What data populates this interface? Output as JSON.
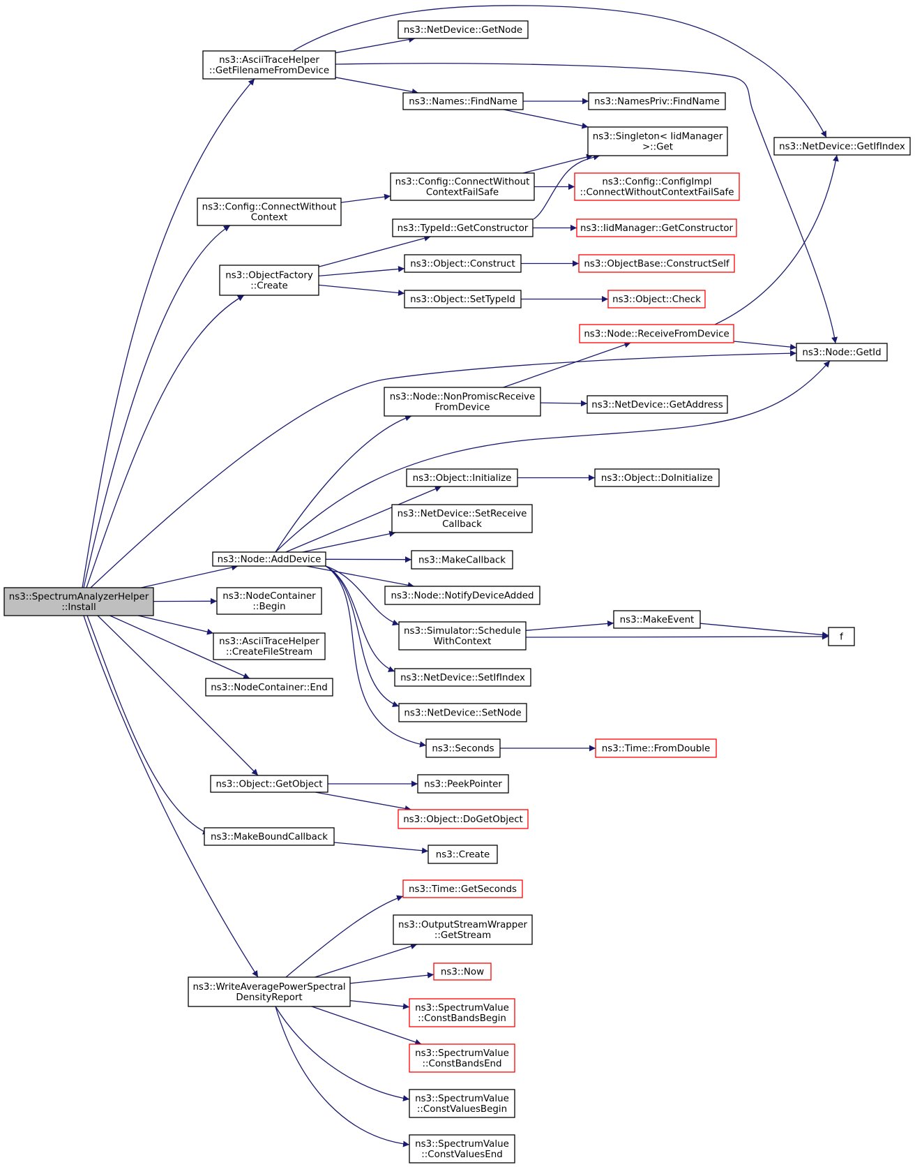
{
  "colors": {
    "edge": "#191970",
    "border_normal": "#000000",
    "border_undocumented": "#ff0000",
    "fill_root": "#bfbfbf",
    "fill_normal": "#ffffff"
  },
  "nodes": [
    {
      "id": "root",
      "lines": [
        "ns3::SpectrumAnalyzerHelper",
        "::Install"
      ],
      "style": "root"
    },
    {
      "id": "ascii_getfilename",
      "lines": [
        "ns3::AsciiTraceHelper",
        "::GetFilenameFromDevice"
      ],
      "style": "normal"
    },
    {
      "id": "config_connectwithout",
      "lines": [
        "ns3::Config::ConnectWithout",
        "Context"
      ],
      "style": "normal"
    },
    {
      "id": "objectfactory_create",
      "lines": [
        "ns3::ObjectFactory",
        "::Create"
      ],
      "style": "normal"
    },
    {
      "id": "node_adddevice",
      "lines": [
        "ns3::Node::AddDevice"
      ],
      "style": "normal"
    },
    {
      "id": "nodecontainer_begin",
      "lines": [
        "ns3::NodeContainer",
        "::Begin"
      ],
      "style": "normal"
    },
    {
      "id": "ascii_createfilestream",
      "lines": [
        "ns3::AsciiTraceHelper",
        "::CreateFileStream"
      ],
      "style": "normal"
    },
    {
      "id": "nodecontainer_end",
      "lines": [
        "ns3::NodeContainer::End"
      ],
      "style": "normal"
    },
    {
      "id": "object_getobject",
      "lines": [
        "ns3::Object::GetObject"
      ],
      "style": "normal"
    },
    {
      "id": "makeboundcallback",
      "lines": [
        "ns3::MakeBoundCallback"
      ],
      "style": "normal"
    },
    {
      "id": "writeavgpsd",
      "lines": [
        "ns3::WriteAveragePowerSpectral",
        "DensityReport"
      ],
      "style": "normal"
    },
    {
      "id": "netdevice_getnode",
      "lines": [
        "ns3::NetDevice::GetNode"
      ],
      "style": "normal"
    },
    {
      "id": "names_findname",
      "lines": [
        "ns3::Names::FindName"
      ],
      "style": "normal"
    },
    {
      "id": "namespriv_findname",
      "lines": [
        "ns3::NamesPriv::FindName"
      ],
      "style": "normal"
    },
    {
      "id": "singleton_get",
      "lines": [
        "ns3::Singleton< IidManager",
        ">::Get"
      ],
      "style": "normal"
    },
    {
      "id": "netdevice_getifindex",
      "lines": [
        "ns3::NetDevice::GetIfIndex"
      ],
      "style": "normal"
    },
    {
      "id": "config_connectwithoutfailsafe",
      "lines": [
        "ns3::Config::ConnectWithout",
        "ContextFailSafe"
      ],
      "style": "normal"
    },
    {
      "id": "configimpl_connect",
      "lines": [
        "ns3::Config::ConfigImpl",
        "::ConnectWithoutContextFailSafe"
      ],
      "style": "red"
    },
    {
      "id": "typeid_getconstructor",
      "lines": [
        "ns3::TypeId::GetConstructor"
      ],
      "style": "normal"
    },
    {
      "id": "iidmanager_getconstructor",
      "lines": [
        "ns3::IidManager::GetConstructor"
      ],
      "style": "red"
    },
    {
      "id": "object_construct",
      "lines": [
        "ns3::Object::Construct"
      ],
      "style": "normal"
    },
    {
      "id": "objectbase_constructself",
      "lines": [
        "ns3::ObjectBase::ConstructSelf"
      ],
      "style": "red"
    },
    {
      "id": "object_settypeid",
      "lines": [
        "ns3::Object::SetTypeId"
      ],
      "style": "normal"
    },
    {
      "id": "object_check",
      "lines": [
        "ns3::Object::Check"
      ],
      "style": "red"
    },
    {
      "id": "node_receivefromdevice",
      "lines": [
        "ns3::Node::ReceiveFromDevice"
      ],
      "style": "red"
    },
    {
      "id": "node_getid",
      "lines": [
        "ns3::Node::GetId"
      ],
      "style": "normal"
    },
    {
      "id": "node_nonpromisc",
      "lines": [
        "ns3::Node::NonPromiscReceive",
        "FromDevice"
      ],
      "style": "normal"
    },
    {
      "id": "netdevice_getaddress",
      "lines": [
        "ns3::NetDevice::GetAddress"
      ],
      "style": "normal"
    },
    {
      "id": "object_initialize",
      "lines": [
        "ns3::Object::Initialize"
      ],
      "style": "normal"
    },
    {
      "id": "object_doinitialize",
      "lines": [
        "ns3::Object::DoInitialize"
      ],
      "style": "normal"
    },
    {
      "id": "netdevice_setreceivecallback",
      "lines": [
        "ns3::NetDevice::SetReceive",
        "Callback"
      ],
      "style": "normal"
    },
    {
      "id": "makecallback",
      "lines": [
        "ns3::MakeCallback"
      ],
      "style": "normal"
    },
    {
      "id": "node_notifydeviceadded",
      "lines": [
        "ns3::Node::NotifyDeviceAdded"
      ],
      "style": "normal"
    },
    {
      "id": "simulator_schedulewithcontext",
      "lines": [
        "ns3::Simulator::Schedule",
        "WithContext"
      ],
      "style": "normal"
    },
    {
      "id": "makeevent",
      "lines": [
        "ns3::MakeEvent"
      ],
      "style": "normal"
    },
    {
      "id": "f",
      "lines": [
        "f"
      ],
      "style": "normal"
    },
    {
      "id": "netdevice_setifindex",
      "lines": [
        "ns3::NetDevice::SetIfIndex"
      ],
      "style": "normal"
    },
    {
      "id": "netdevice_setnode",
      "lines": [
        "ns3::NetDevice::SetNode"
      ],
      "style": "normal"
    },
    {
      "id": "seconds",
      "lines": [
        "ns3::Seconds"
      ],
      "style": "normal"
    },
    {
      "id": "time_fromdouble",
      "lines": [
        "ns3::Time::FromDouble"
      ],
      "style": "red"
    },
    {
      "id": "peekpointer",
      "lines": [
        "ns3::PeekPointer"
      ],
      "style": "normal"
    },
    {
      "id": "object_dogetobject",
      "lines": [
        "ns3::Object::DoGetObject"
      ],
      "style": "red"
    },
    {
      "id": "create",
      "lines": [
        "ns3::Create"
      ],
      "style": "normal"
    },
    {
      "id": "time_getseconds",
      "lines": [
        "ns3::Time::GetSeconds"
      ],
      "style": "red"
    },
    {
      "id": "outputstreamwrapper_getstream",
      "lines": [
        "ns3::OutputStreamWrapper",
        "::GetStream"
      ],
      "style": "normal"
    },
    {
      "id": "now",
      "lines": [
        "ns3::Now"
      ],
      "style": "red"
    },
    {
      "id": "constbandsbegin",
      "lines": [
        "ns3::SpectrumValue",
        "::ConstBandsBegin"
      ],
      "style": "red"
    },
    {
      "id": "constbandsend",
      "lines": [
        "ns3::SpectrumValue",
        "::ConstBandsEnd"
      ],
      "style": "red"
    },
    {
      "id": "constvaluesbegin",
      "lines": [
        "ns3::SpectrumValue",
        "::ConstValuesBegin"
      ],
      "style": "normal"
    },
    {
      "id": "constvaluesend",
      "lines": [
        "ns3::SpectrumValue",
        "::ConstValuesEnd"
      ],
      "style": "normal"
    }
  ],
  "edges": [
    {
      "from": "root",
      "to": "ascii_getfilename"
    },
    {
      "from": "root",
      "to": "config_connectwithout"
    },
    {
      "from": "root",
      "to": "objectfactory_create"
    },
    {
      "from": "root",
      "to": "node_getid"
    },
    {
      "from": "root",
      "to": "node_adddevice"
    },
    {
      "from": "root",
      "to": "nodecontainer_begin"
    },
    {
      "from": "root",
      "to": "ascii_createfilestream"
    },
    {
      "from": "root",
      "to": "nodecontainer_end"
    },
    {
      "from": "root",
      "to": "object_getobject"
    },
    {
      "from": "root",
      "to": "makeboundcallback"
    },
    {
      "from": "root",
      "to": "writeavgpsd"
    },
    {
      "from": "ascii_getfilename",
      "to": "netdevice_getnode"
    },
    {
      "from": "ascii_getfilename",
      "to": "names_findname"
    },
    {
      "from": "ascii_getfilename",
      "to": "netdevice_getifindex"
    },
    {
      "from": "ascii_getfilename",
      "to": "node_getid"
    },
    {
      "from": "names_findname",
      "to": "namespriv_findname"
    },
    {
      "from": "names_findname",
      "to": "singleton_get"
    },
    {
      "from": "config_connectwithout",
      "to": "config_connectwithoutfailsafe"
    },
    {
      "from": "config_connectwithoutfailsafe",
      "to": "singleton_get"
    },
    {
      "from": "config_connectwithoutfailsafe",
      "to": "configimpl_connect"
    },
    {
      "from": "objectfactory_create",
      "to": "typeid_getconstructor"
    },
    {
      "from": "objectfactory_create",
      "to": "object_construct"
    },
    {
      "from": "objectfactory_create",
      "to": "object_settypeid"
    },
    {
      "from": "typeid_getconstructor",
      "to": "singleton_get"
    },
    {
      "from": "typeid_getconstructor",
      "to": "iidmanager_getconstructor"
    },
    {
      "from": "object_construct",
      "to": "objectbase_constructself"
    },
    {
      "from": "object_settypeid",
      "to": "object_check"
    },
    {
      "from": "node_receivefromdevice",
      "to": "netdevice_getifindex"
    },
    {
      "from": "node_receivefromdevice",
      "to": "node_getid"
    },
    {
      "from": "node_nonpromisc",
      "to": "node_receivefromdevice"
    },
    {
      "from": "node_nonpromisc",
      "to": "netdevice_getaddress"
    },
    {
      "from": "node_adddevice",
      "to": "node_nonpromisc"
    },
    {
      "from": "node_adddevice",
      "to": "node_getid"
    },
    {
      "from": "node_adddevice",
      "to": "object_initialize"
    },
    {
      "from": "node_adddevice",
      "to": "netdevice_setreceivecallback"
    },
    {
      "from": "node_adddevice",
      "to": "makecallback"
    },
    {
      "from": "node_adddevice",
      "to": "node_notifydeviceadded"
    },
    {
      "from": "node_adddevice",
      "to": "simulator_schedulewithcontext"
    },
    {
      "from": "node_adddevice",
      "to": "netdevice_setifindex"
    },
    {
      "from": "node_adddevice",
      "to": "netdevice_setnode"
    },
    {
      "from": "node_adddevice",
      "to": "seconds"
    },
    {
      "from": "object_initialize",
      "to": "object_doinitialize"
    },
    {
      "from": "simulator_schedulewithcontext",
      "to": "makeevent"
    },
    {
      "from": "simulator_schedulewithcontext",
      "to": "f"
    },
    {
      "from": "makeevent",
      "to": "f"
    },
    {
      "from": "seconds",
      "to": "time_fromdouble"
    },
    {
      "from": "object_getobject",
      "to": "peekpointer"
    },
    {
      "from": "object_getobject",
      "to": "object_dogetobject"
    },
    {
      "from": "makeboundcallback",
      "to": "create"
    },
    {
      "from": "writeavgpsd",
      "to": "time_getseconds"
    },
    {
      "from": "writeavgpsd",
      "to": "outputstreamwrapper_getstream"
    },
    {
      "from": "writeavgpsd",
      "to": "now"
    },
    {
      "from": "writeavgpsd",
      "to": "constbandsbegin"
    },
    {
      "from": "writeavgpsd",
      "to": "constbandsend"
    },
    {
      "from": "writeavgpsd",
      "to": "constvaluesbegin"
    },
    {
      "from": "writeavgpsd",
      "to": "constvaluesend"
    }
  ]
}
